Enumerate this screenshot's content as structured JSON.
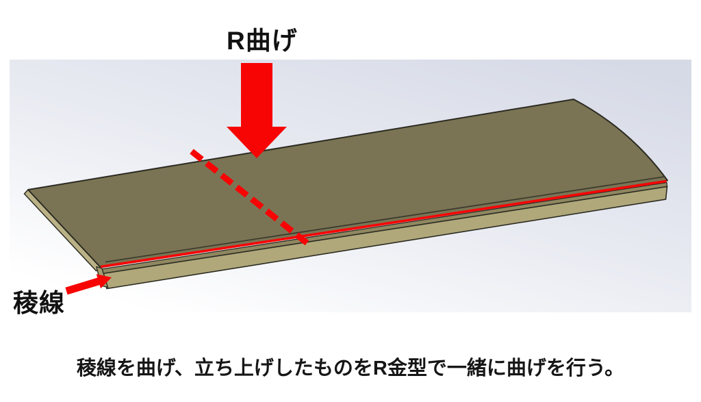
{
  "labels": {
    "r_bend": "R曲げ",
    "ridge": "稜線",
    "caption": "稜線を曲げ、立ち上げしたものをR金型で一緒に曲げを行う。"
  },
  "icons": {
    "r_bend_arrow": "big-down-arrow",
    "ridge_arrow": "small-up-right-arrow",
    "bend_location_line": "red-dashed-line",
    "ridge_line": "red-solid-line"
  },
  "colors": {
    "annotation_red": "#f70505",
    "sheet_top_face": "#7b7454",
    "sheet_bend_strip": "#8f8760",
    "sheet_flange_face": "#b0a87a",
    "sheet_edge_sliver": "#bab286",
    "sheet_flange_cap": "#a59c6f",
    "sheet_outline": "#2b2b22",
    "tangent_line": "#3c3b2e",
    "viewport_gradient_top": "#d6dae6",
    "viewport_gradient_mid": "#e9ebf2",
    "viewport_gradient_bottom": "#ffffff",
    "label_text": "#111111"
  }
}
